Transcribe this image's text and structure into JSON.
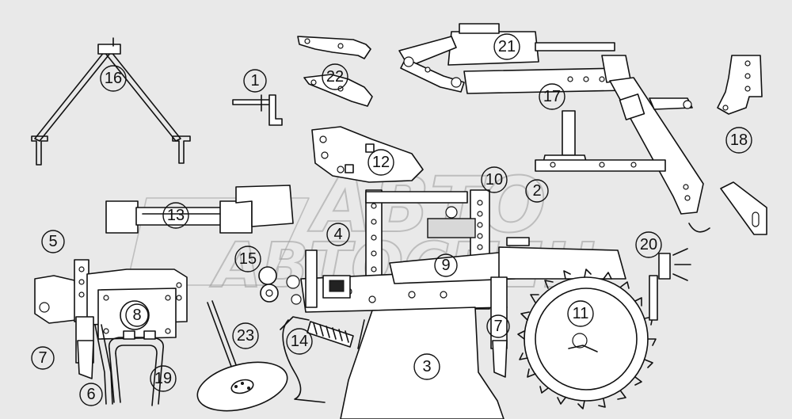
{
  "watermark": {
    "line1": "АВТО",
    "line2": "АВТОСПЕЦ"
  },
  "callouts": [
    {
      "id": "16",
      "label": "16"
    },
    {
      "id": "1",
      "label": "1"
    },
    {
      "id": "22",
      "label": "22"
    },
    {
      "id": "21",
      "label": "21"
    },
    {
      "id": "17",
      "label": "17"
    },
    {
      "id": "18",
      "label": "18"
    },
    {
      "id": "12",
      "label": "12"
    },
    {
      "id": "10",
      "label": "10"
    },
    {
      "id": "2",
      "label": "2"
    },
    {
      "id": "13",
      "label": "13"
    },
    {
      "id": "5",
      "label": "5"
    },
    {
      "id": "15",
      "label": "15"
    },
    {
      "id": "4",
      "label": "4"
    },
    {
      "id": "9",
      "label": "9"
    },
    {
      "id": "20",
      "label": "20"
    },
    {
      "id": "8",
      "label": "8"
    },
    {
      "id": "7a",
      "label": "7"
    },
    {
      "id": "23",
      "label": "23"
    },
    {
      "id": "14",
      "label": "14"
    },
    {
      "id": "3",
      "label": "3"
    },
    {
      "id": "7b",
      "label": "7"
    },
    {
      "id": "11",
      "label": "11"
    },
    {
      "id": "6",
      "label": "6"
    },
    {
      "id": "19",
      "label": "19"
    }
  ]
}
